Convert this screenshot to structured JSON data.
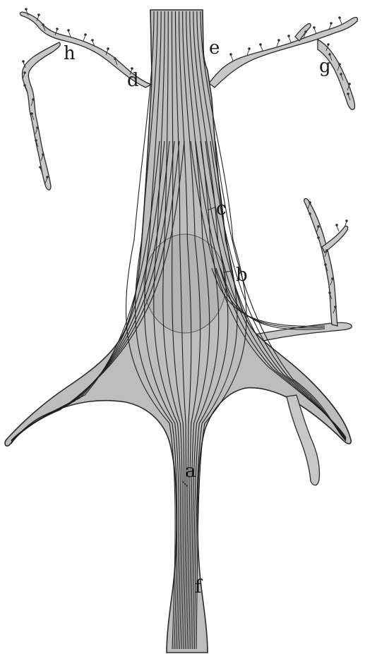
{
  "figure": {
    "labels": {
      "a": "a",
      "b": "b",
      "c": "c",
      "d": "d",
      "e": "e",
      "f": "f",
      "g": "g",
      "h": "h"
    },
    "colors": {
      "body_fill": "#bdbdbd",
      "fibril": "#1e1e1e",
      "outline": "#2a2a2a",
      "background": "#ffffff"
    }
  }
}
